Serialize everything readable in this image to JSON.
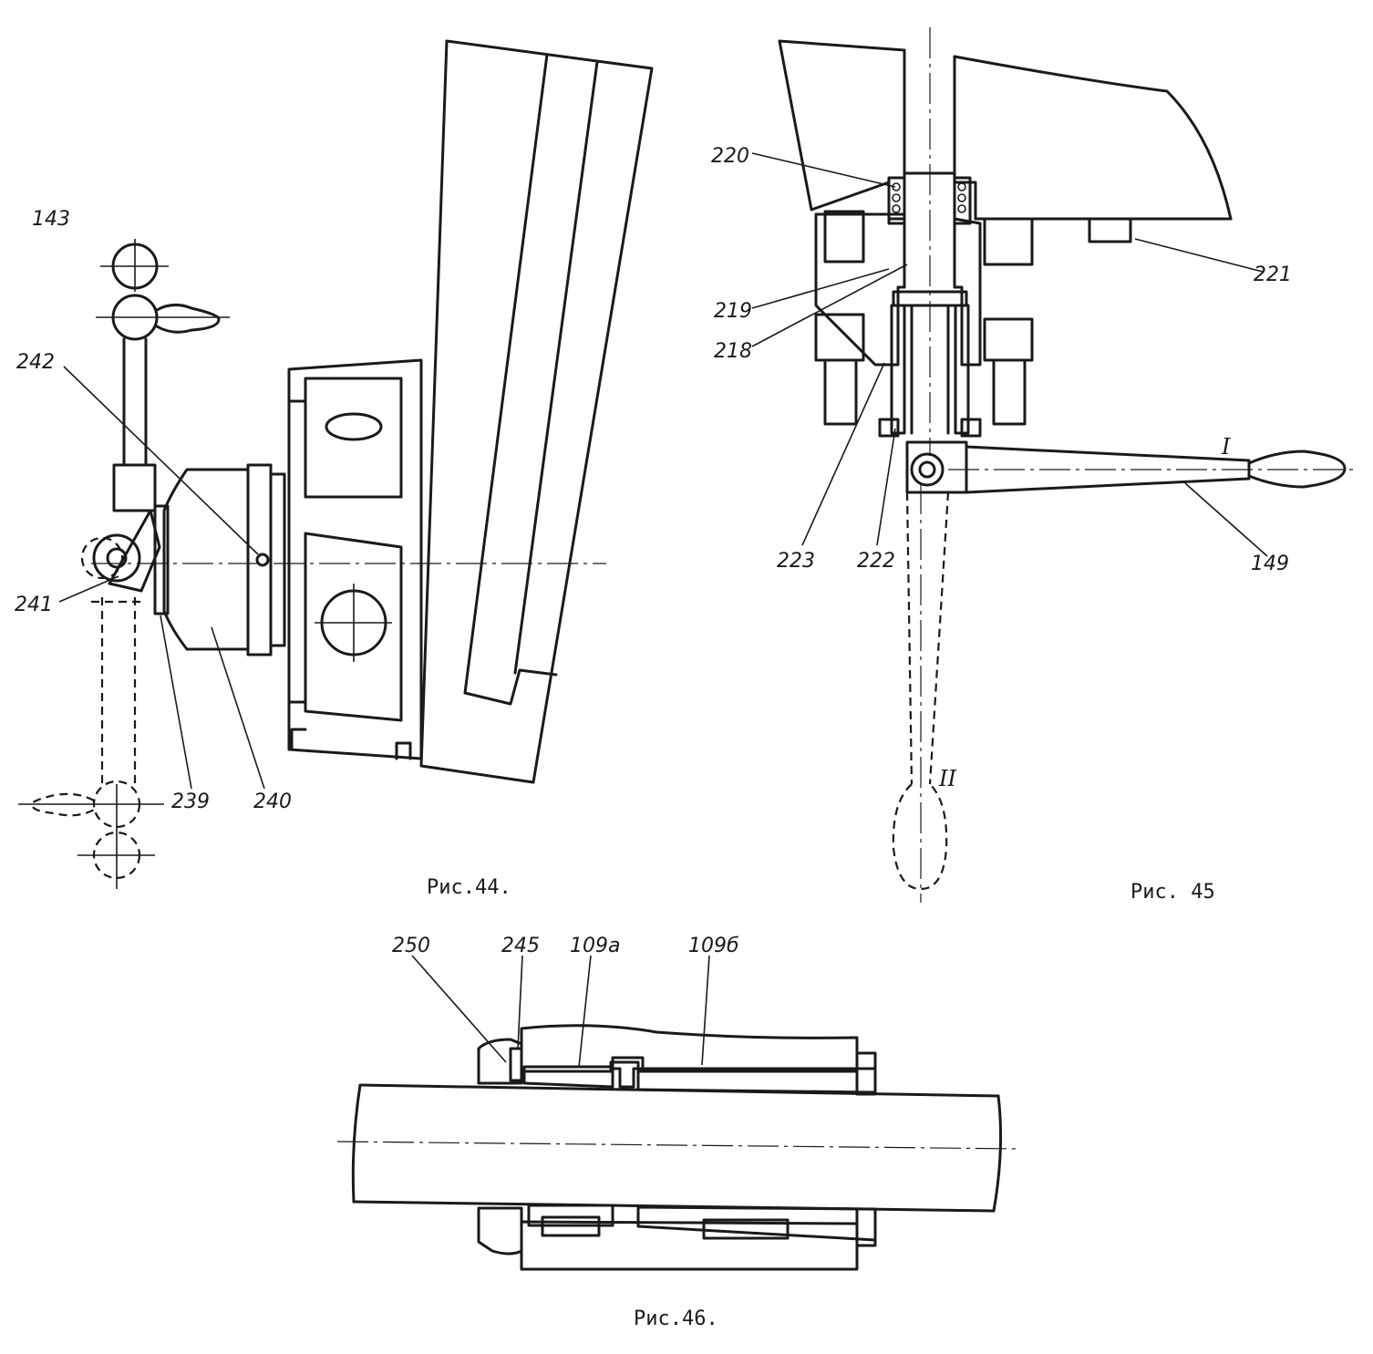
{
  "figures": [
    {
      "caption": "Рис.44.",
      "labels": [
        "143",
        "242",
        "241",
        "239",
        "240"
      ]
    },
    {
      "caption": "Рис. 45",
      "labels": [
        "220",
        "219",
        "218",
        "221",
        "223",
        "222",
        "149"
      ],
      "positions": [
        "I",
        "II"
      ]
    },
    {
      "caption": "Рис.46.",
      "labels": [
        "250",
        "245",
        "109а",
        "109б"
      ]
    }
  ]
}
